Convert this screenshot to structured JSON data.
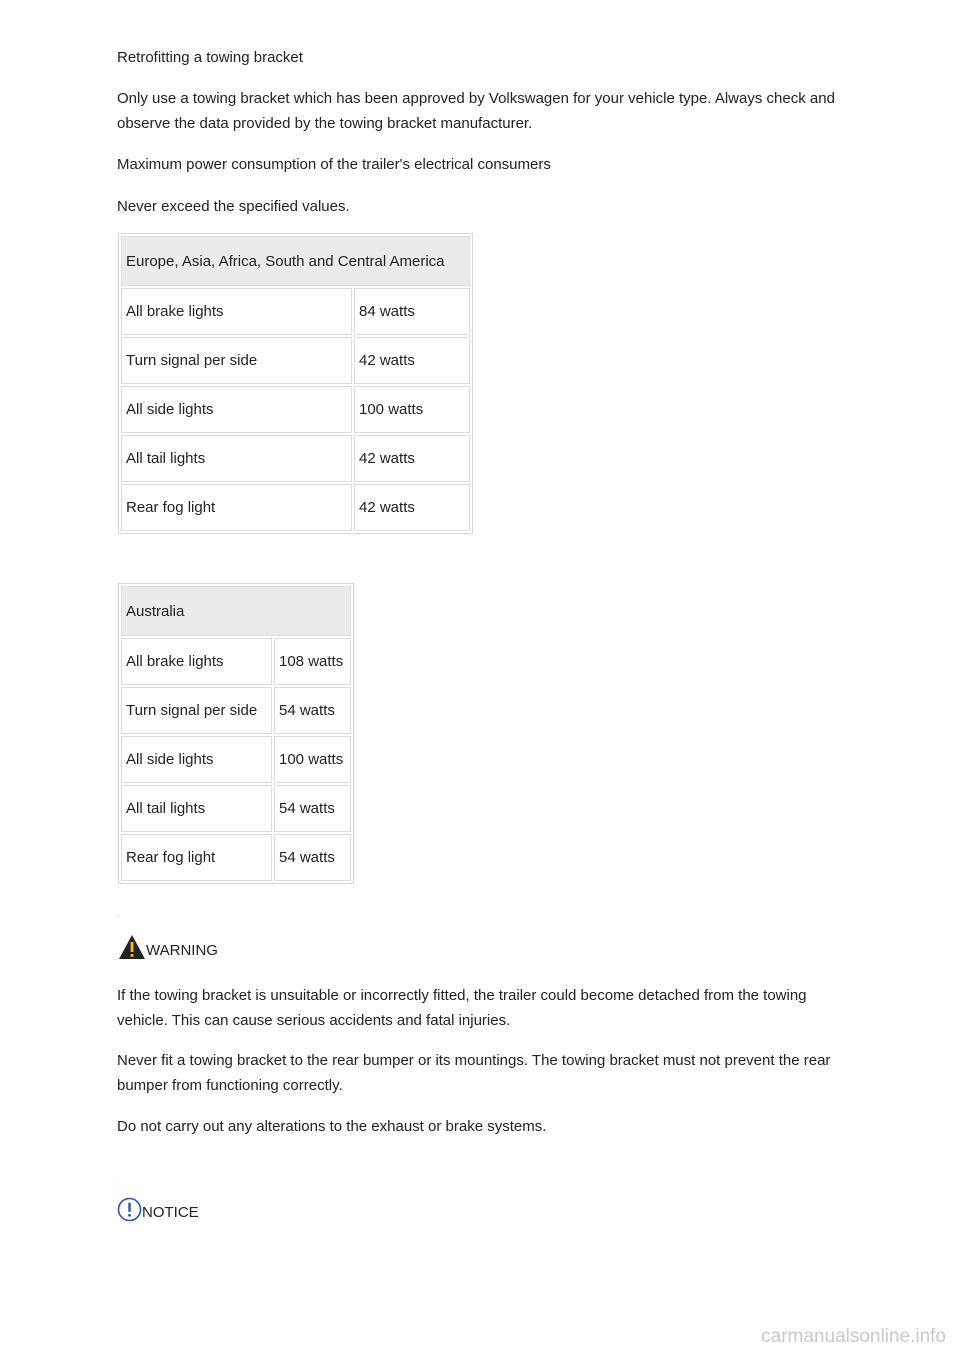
{
  "section": {
    "heading": "Retrofitting a towing bracket",
    "intro": "Only use a towing bracket which has been approved by Volkswagen for your vehicle type. Always check and observe the data provided by the towing bracket manufacturer.",
    "power_title": "Maximum power consumption of the trailer's electrical consumers",
    "never_exceed": "Never exceed the specified values."
  },
  "tables": {
    "europe": {
      "header": "Europe, Asia, Africa, South and Central America",
      "rows": [
        {
          "label": "All brake lights",
          "value": "84 watts"
        },
        {
          "label": "Turn signal per side",
          "value": "42 watts"
        },
        {
          "label": "All side lights",
          "value": "100 watts"
        },
        {
          "label": "All tail lights",
          "value": "42 watts"
        },
        {
          "label": "Rear fog light",
          "value": "42 watts"
        }
      ]
    },
    "australia": {
      "header": "Australia",
      "rows": [
        {
          "label": "All brake lights",
          "value": "108 watts"
        },
        {
          "label": "Turn signal per side",
          "value": "54 watts"
        },
        {
          "label": "All side lights",
          "value": "100 watts"
        },
        {
          "label": "All tail lights",
          "value": "54 watts"
        },
        {
          "label": "Rear fog light",
          "value": "54 watts"
        }
      ]
    }
  },
  "warning": {
    "icon": "warning-triangle-icon",
    "label": "WARNING",
    "paragraphs": [
      "If the towing bracket is unsuitable or incorrectly fitted, the trailer could become detached from the towing vehicle. This can cause serious accidents and fatal injuries.",
      "Never fit a towing bracket to the rear bumper or its mountings. The towing bracket must not prevent the rear bumper from functioning correctly.",
      "Do not carry out any alterations to the exhaust or brake systems."
    ]
  },
  "notice": {
    "icon": "notice-exclamation-icon",
    "label": "NOTICE"
  },
  "footer": {
    "watermark": "carmanualsonline.info"
  },
  "colors": {
    "header_bg": "#ebebeb",
    "warning_icon": "#222222",
    "notice_icon": "#2a56a8",
    "watermark": "#c9c9c9"
  }
}
